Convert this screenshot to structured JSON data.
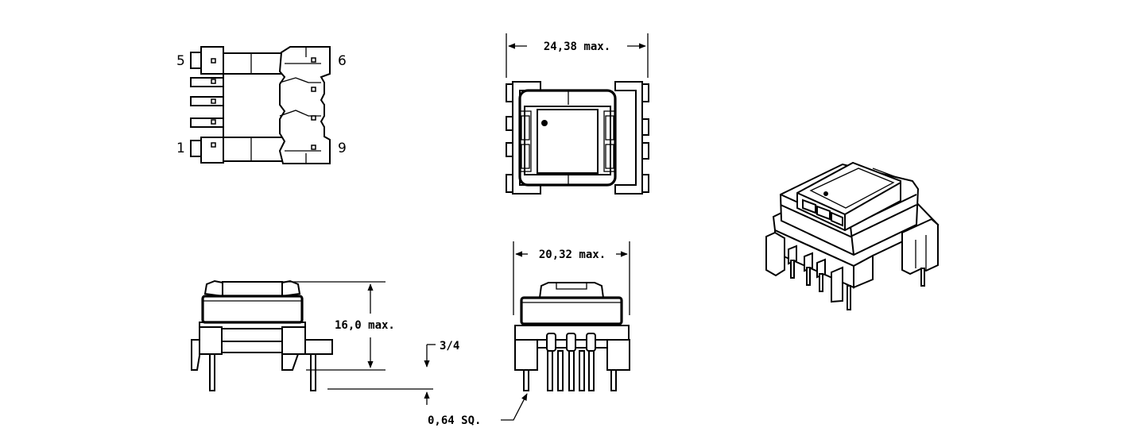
{
  "pin_labels": {
    "pin5": "5",
    "pin6": "6",
    "pin1": "1",
    "pin9": "9"
  },
  "dimensions": {
    "width_top": "24,38 max.",
    "width_front": "20,32 max.",
    "height": "16,0 max.",
    "standoff": "3/4",
    "pin_size": "0,64 SQ."
  },
  "colors": {
    "line": "#000000",
    "background": "#ffffff",
    "fill": "#ffffff"
  }
}
